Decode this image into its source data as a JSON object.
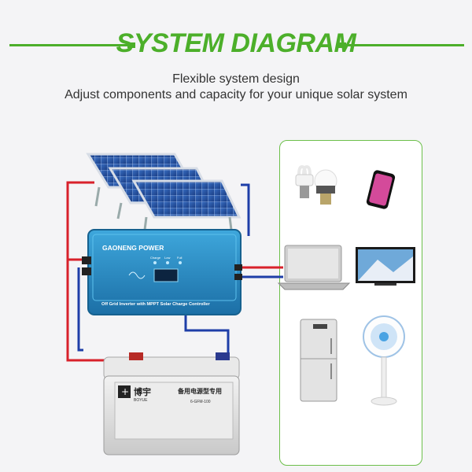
{
  "title": "SYSTEM DIAGRAM",
  "subtitle_line1": "Flexible system design",
  "subtitle_line2": "Adjust components and capacity for your unique solar system",
  "inverter": {
    "brand": "GAONENG POWER",
    "label": "Off Grid Inverter with MPPT Solar Charge Controller",
    "indicators": [
      "Charge",
      "Low",
      "Full"
    ]
  },
  "battery": {
    "brand_cn": "博宇",
    "brand_en": "BOYUE",
    "label_cn": "备用电源型专用",
    "model": "6-GFM-100"
  },
  "colors": {
    "accent": "#4caf2a",
    "wire_pos": "#d8212b",
    "wire_neg": "#1e3ea8"
  },
  "appliances": [
    "cfl-bulb",
    "led-bulb",
    "smartphone",
    "laptop",
    "television",
    "refrigerator",
    "stand-fan"
  ]
}
